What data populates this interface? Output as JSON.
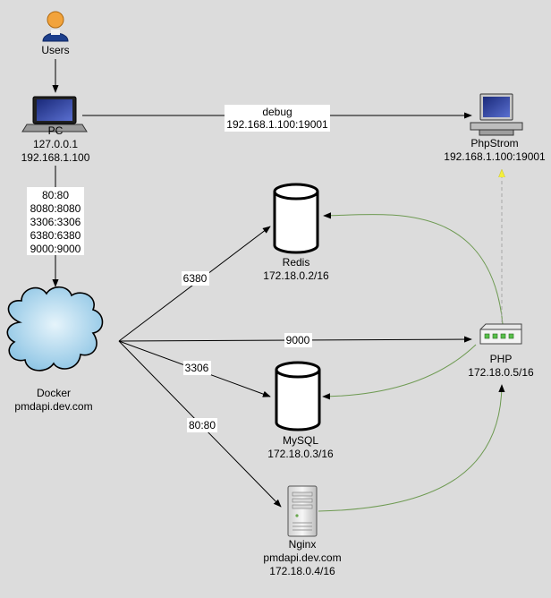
{
  "nodes": {
    "users": {
      "lines": [
        "Users"
      ]
    },
    "pc": {
      "lines": [
        "PC",
        "127.0.0.1",
        "192.168.1.100"
      ]
    },
    "phpstrom": {
      "lines": [
        "PhpStrom",
        "192.168.1.100:19001"
      ]
    },
    "docker": {
      "lines": [
        "Docker",
        "pmdapi.dev.com"
      ]
    },
    "redis": {
      "lines": [
        "Redis",
        "172.18.0.2/16"
      ]
    },
    "mysql": {
      "lines": [
        "MySQL",
        "172.18.0.3/16"
      ]
    },
    "php": {
      "lines": [
        "PHP",
        "172.18.0.5/16"
      ]
    },
    "nginx": {
      "lines": [
        "Nginx",
        "pmdapi.dev.com",
        "172.18.0.4/16"
      ]
    }
  },
  "edges": {
    "debug": {
      "lines": [
        "debug",
        "192.168.1.100:19001"
      ]
    },
    "ports": {
      "lines": [
        "80:80",
        "8080:8080",
        "3306:3306",
        "6380:6380",
        "9000:9000"
      ]
    },
    "redis": {
      "lines": [
        "6380"
      ]
    },
    "php": {
      "lines": [
        "9000"
      ]
    },
    "mysql": {
      "lines": [
        "3306"
      ]
    },
    "nginx": {
      "lines": [
        "80:80"
      ]
    }
  },
  "colors": {
    "background": "#dcdcdc",
    "edge": "#000000",
    "php_link": "#6e9a52",
    "debug_dashed": "#a8a8a8",
    "debug_arrow": "#f5f03c",
    "cloud_fill": "#a9d3ec"
  },
  "icons": {
    "users": "user-icon",
    "pc": "laptop-icon",
    "phpstrom": "desktop-computer-icon",
    "docker": "cloud-icon",
    "redis": "database-icon",
    "mysql": "database-icon",
    "php": "network-switch-icon",
    "nginx": "server-tower-icon"
  }
}
